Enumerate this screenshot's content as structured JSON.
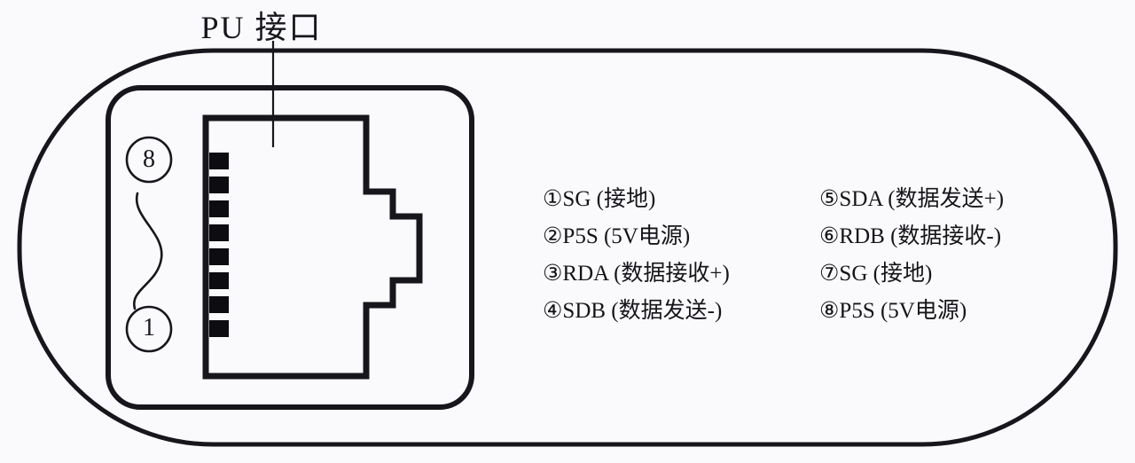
{
  "title": {
    "text": "PU 接口",
    "leader_line": "vertical-leader-line"
  },
  "device": {
    "outer_panel": "rounded-device-body",
    "inner_frame": "port-bezel",
    "connector": "rj45-port-outline",
    "pin_contact_count": 8
  },
  "pin_markers": {
    "top": "8",
    "bottom": "1",
    "range_curve": "wavy-range-indicator"
  },
  "legend": {
    "left_column": [
      "①SG (接地)",
      "②P5S (5V电源)",
      "③RDA (数据接收+)",
      "④SDB (数据发送-)"
    ],
    "right_column": [
      "⑤SDA (数据发送+)",
      "⑥RDB (数据接收-)",
      "⑦SG (接地)",
      "⑧P5S (5V电源)"
    ]
  },
  "colors": {
    "background": "#faf9fb",
    "stroke": "#17161c",
    "contact_fill": "#0d0d11"
  }
}
